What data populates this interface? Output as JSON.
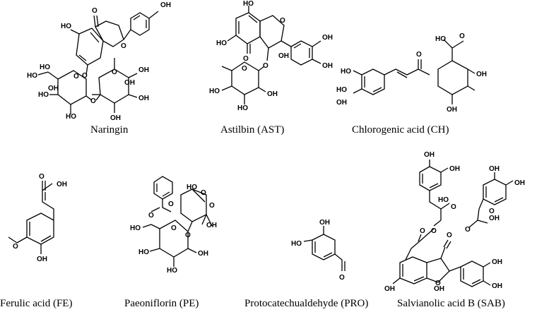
{
  "compounds": [
    {
      "key": "naringin",
      "caption": "Naringin"
    },
    {
      "key": "astilbin",
      "caption": "Astilbin (AST)"
    },
    {
      "key": "chlorogenic",
      "caption": "Chlorogenic acid (CH)"
    },
    {
      "key": "ferulic",
      "caption": "Ferulic acid (FE)"
    },
    {
      "key": "paeoniflorin",
      "caption": "Paeoniflorin (PE)"
    },
    {
      "key": "protocatechualdehyde",
      "caption": "Protocatechualdehyde (PRO)"
    },
    {
      "key": "salvianolic",
      "caption": "Salvianolic acid B (SAB)"
    }
  ],
  "atom_labels": {
    "naringin": [
      "OH",
      "O",
      "HO",
      "O",
      "O",
      "HO",
      "HO",
      "HO",
      "O",
      "OH",
      "OH",
      "OH",
      "O",
      "O",
      "OH",
      "HO",
      "OH"
    ],
    "astilbin": [
      "HO",
      "OH",
      "HO",
      "O",
      "O",
      "OH",
      "OH",
      "O",
      "O",
      "HO",
      "HO",
      "OH"
    ],
    "chlorogenic": [
      "HO",
      "OH",
      "O",
      "HO",
      "HO",
      "O",
      "OH",
      "OH"
    ],
    "ferulic": [
      "O",
      "OH",
      "O",
      "OH"
    ],
    "paeoniflorin": [
      "HO",
      "O",
      "O",
      "O",
      "HO",
      "O",
      "O",
      "HO",
      "HO",
      "OH",
      "OH",
      "O"
    ],
    "protocatechualdehyde": [
      "HO",
      "OH",
      "O"
    ],
    "salvianolic": [
      "OH",
      "OH",
      "OH",
      "OH",
      "HO",
      "O",
      "O",
      "O",
      "OH",
      "O",
      "O",
      "O",
      "OH",
      "OH",
      "O",
      "OH",
      "OH"
    ]
  }
}
